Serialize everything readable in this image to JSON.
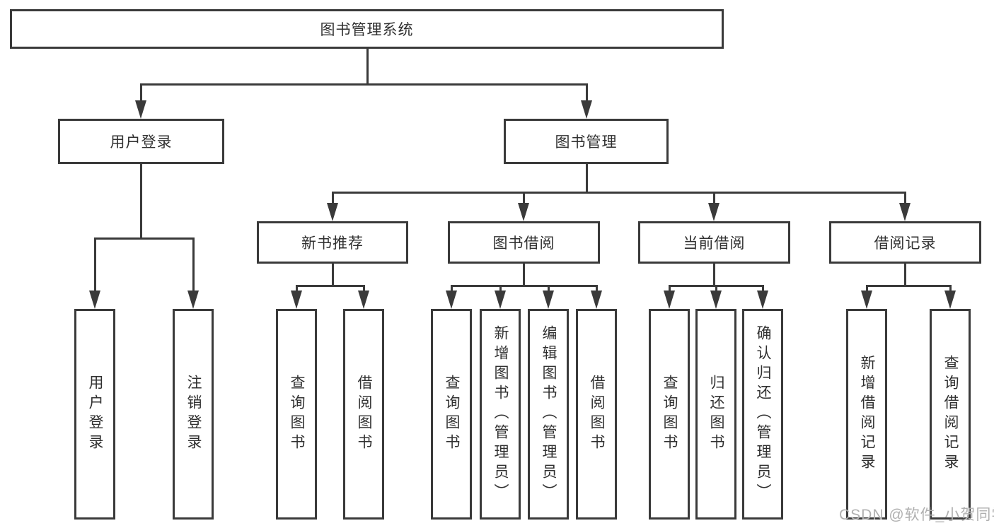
{
  "diagram_title": "图书管理系统",
  "nodes": {
    "root": {
      "label": "图书管理系统"
    },
    "user_login": {
      "label": "用户登录"
    },
    "book_mgmt": {
      "label": "图书管理"
    },
    "new_book_rec": {
      "label": "新书推荐"
    },
    "book_borrow": {
      "label": "图书借阅"
    },
    "current_borrow": {
      "label": "当前借阅"
    },
    "borrow_record": {
      "label": "借阅记录"
    },
    "leaf_user_login": {
      "label": "用户登录"
    },
    "leaf_logout": {
      "label": "注销登录"
    },
    "leaf_query_book_rec": {
      "label": "查询图书"
    },
    "leaf_borrow_book_rec": {
      "label": "借阅图书"
    },
    "leaf_query_book_borrow": {
      "label": "查询图书"
    },
    "leaf_add_book": {
      "label": "新增图书（管理员）"
    },
    "leaf_edit_book": {
      "label": "编辑图书（管理员）"
    },
    "leaf_borrow_book_borrow": {
      "label": "借阅图书"
    },
    "leaf_query_book_current": {
      "label": "查询图书"
    },
    "leaf_return_book": {
      "label": "归还图书"
    },
    "leaf_confirm_return": {
      "label": "确认归还（管理员）"
    },
    "leaf_add_borrow_record": {
      "label": "新增借阅记录"
    },
    "leaf_query_borrow_record": {
      "label": "查询借阅记录"
    }
  },
  "hierarchy": {
    "图书管理系统": {
      "用户登录": [
        "用户登录",
        "注销登录"
      ],
      "图书管理": {
        "新书推荐": [
          "查询图书",
          "借阅图书"
        ],
        "图书借阅": [
          "查询图书",
          "新增图书（管理员）",
          "编辑图书（管理员）",
          "借阅图书"
        ],
        "当前借阅": [
          "查询图书",
          "归还图书",
          "确认归还（管理员）"
        ],
        "借阅记录": [
          "新增借阅记录",
          "查询借阅记录"
        ]
      }
    }
  },
  "watermark": "CSDN @软件_小贺同学",
  "colors": {
    "line": "#3a3a3a",
    "text": "#303030",
    "watermark": "#b0b0b0",
    "background": "#ffffff"
  }
}
